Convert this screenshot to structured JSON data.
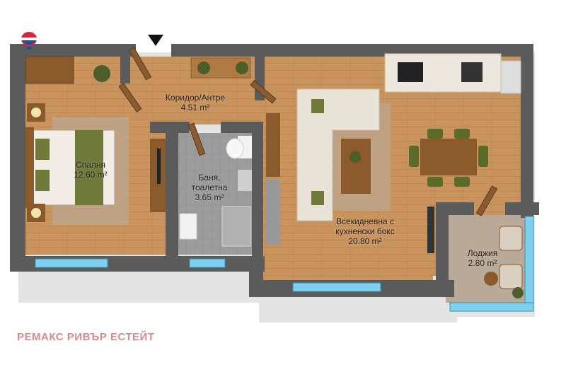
{
  "brand": {
    "name": "РЕМАКС РИВЪР ЕСТЕЙТ",
    "logo": "remax-balloon-logo",
    "color": "#d98a8a"
  },
  "entrance": {
    "icon": "entrance-arrow-icon"
  },
  "rooms": [
    {
      "id": "corridor",
      "name": "Коридор/Антре",
      "area": "4.51 m²"
    },
    {
      "id": "bedroom",
      "name": "Спалня",
      "area": "12.60 m²"
    },
    {
      "id": "bathroom",
      "name_line1": "Баня,",
      "name_line2": "тоалетна",
      "area": "3.65 m²"
    },
    {
      "id": "living",
      "name_line1": "Всекидневна с",
      "name_line2": "кухненски бокс",
      "area": "20.80 m²"
    },
    {
      "id": "loggia",
      "name": "Лоджия",
      "area": "2.80 m²"
    }
  ],
  "colors": {
    "floor": "#c9935e",
    "wall": "#5b5b5b",
    "bath_floor": "#9a9a9a",
    "loggia_floor": "#b9a999",
    "window": "#7fd0ee",
    "kitchen": "#ece7df",
    "sofa": "#e9e2d6",
    "pillow": "#6f7a3a"
  }
}
